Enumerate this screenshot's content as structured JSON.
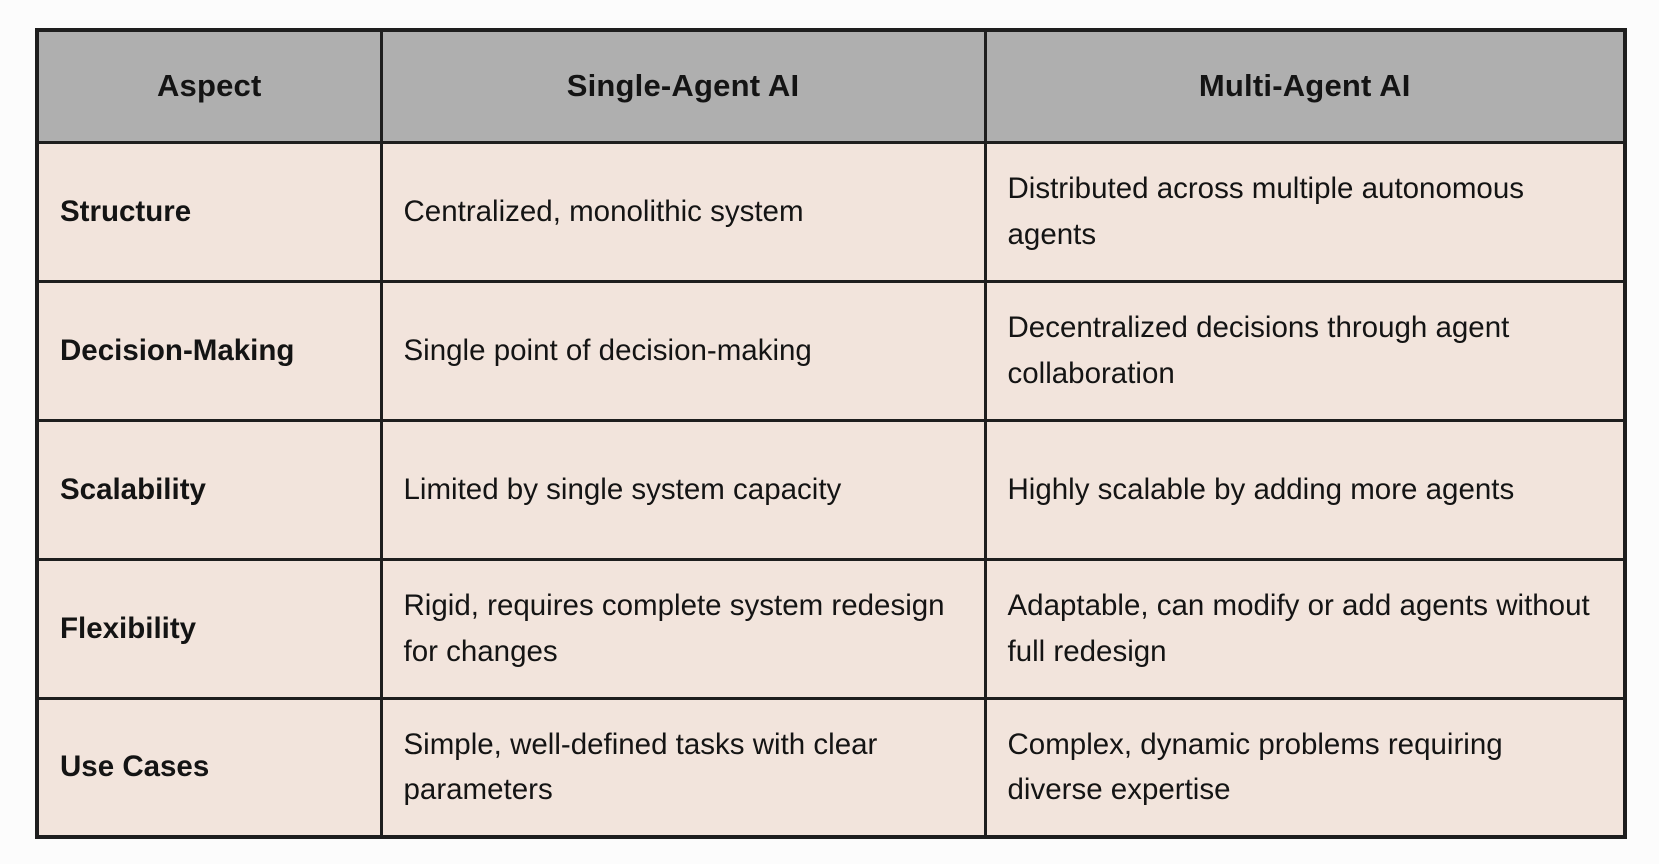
{
  "page": {
    "background": "#FCFCFC"
  },
  "table": {
    "title": "Single-Agent AI vs Multi-Agent AI comparison table",
    "colors": {
      "header_bg": "#AFAFAF",
      "body_bg": "#F2E4DC",
      "border": "#1E1E1E",
      "text": "#141414"
    },
    "columns": [
      "Aspect",
      "Single-Agent AI",
      "Multi-Agent AI"
    ],
    "rows": [
      {
        "aspect": "Structure",
        "single_agent": "Centralized, monolithic system",
        "multi_agent": "Distributed across multiple autonomous agents"
      },
      {
        "aspect": "Decision-Making",
        "single_agent": "Single point of decision-making",
        "multi_agent": "Decentralized decisions through agent collaboration"
      },
      {
        "aspect": "Scalability",
        "single_agent": "Limited by single system capacity",
        "multi_agent": "Highly scalable by adding more agents"
      },
      {
        "aspect": "Flexibility",
        "single_agent": "Rigid, requires complete system redesign for changes",
        "multi_agent": "Adaptable, can modify or add agents without full redesign"
      },
      {
        "aspect": "Use Cases",
        "single_agent": "Simple, well-defined tasks with clear parameters",
        "multi_agent": "Complex, dynamic problems requiring diverse expertise"
      }
    ]
  }
}
